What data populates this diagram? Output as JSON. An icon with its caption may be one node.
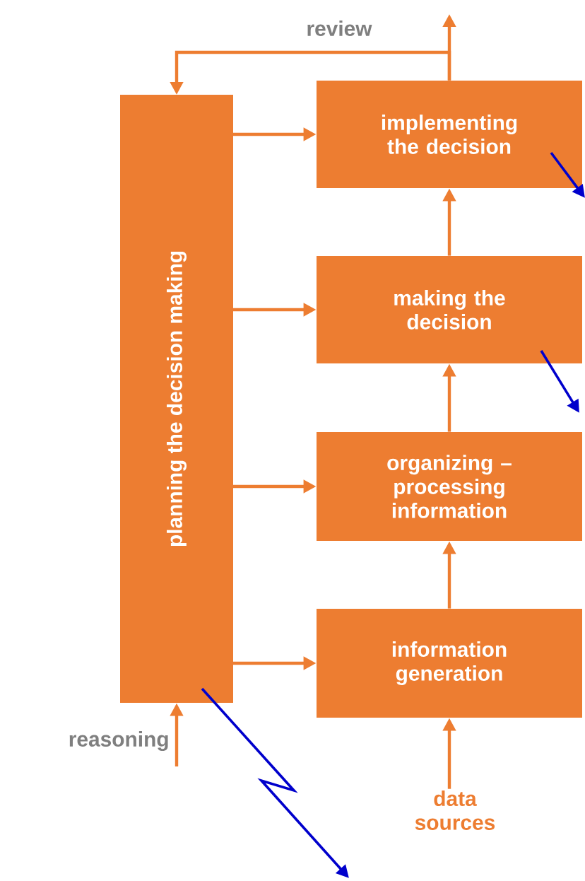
{
  "diagram": {
    "nodes": [
      {
        "text": [
          "planning the decision making"
        ]
      },
      {
        "text": [
          "implementing the decision"
        ]
      },
      {
        "text": [
          "making the decision"
        ]
      },
      {
        "text": [
          "organizing – processing information"
        ]
      },
      {
        "text": [
          "information generation"
        ]
      },
      {
        "text": [
          "data sources"
        ]
      }
    ],
    "edges": [
      {
        "from": 1,
        "to": 0,
        "arrow": "to",
        "label": "review"
      },
      {
        "from": 1,
        "to": null,
        "arrow": "to"
      },
      {
        "from": 0,
        "to": 1,
        "arrow": "to"
      },
      {
        "from": 0,
        "to": 2,
        "arrow": "to"
      },
      {
        "from": 0,
        "to": 3,
        "arrow": "to"
      },
      {
        "from": 0,
        "to": 4,
        "arrow": "to"
      },
      {
        "from": 2,
        "to": 1,
        "arrow": "to"
      },
      {
        "from": 3,
        "to": 2,
        "arrow": "to"
      },
      {
        "from": 4,
        "to": 3,
        "arrow": "to"
      },
      {
        "from": 5,
        "to": 4,
        "arrow": "to"
      },
      {
        "from": null,
        "to": 0,
        "arrow": "to",
        "label": "reasoning"
      },
      {
        "from": 1,
        "to": null,
        "arrow": "to",
        "color": "#0000cc"
      },
      {
        "from": 2,
        "to": null,
        "arrow": "to",
        "color": "#0000cc"
      },
      {
        "from": 0,
        "to": null,
        "arrow": "to",
        "color": "#0000cc"
      }
    ]
  }
}
